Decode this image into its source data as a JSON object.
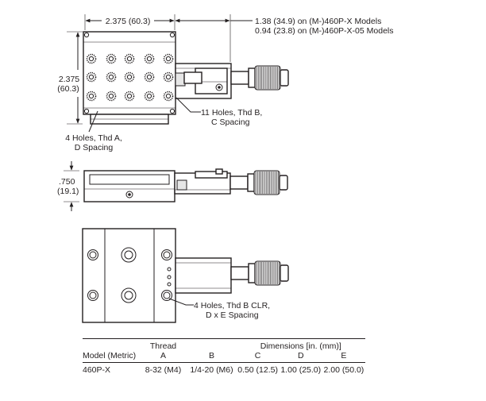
{
  "dimensions": {
    "width_top": "2.375 (60.3)",
    "height_left_value": "2.375",
    "height_left_metric": "(60.3)",
    "extension_line1": "1.38 (34.9) on (M-)460P-X Models",
    "extension_line2": "0.94 (23.8) on (M-)460P-X-05 Models",
    "side_height_value": ".750",
    "side_height_metric": "(19.1)"
  },
  "callouts": {
    "top_holes_line1": "11 Holes, Thd B,",
    "top_holes_line2": "C Spacing",
    "corner_holes_line1": "4 Holes, Thd A,",
    "corner_holes_line2": "D Spacing",
    "bottom_holes_line1": "4 Holes, Thd B CLR,",
    "bottom_holes_line2": "D x E Spacing"
  },
  "table": {
    "group_thread": "Thread",
    "group_dimensions": "Dimensions [in. (mm)]",
    "headers": [
      "Model (Metric)",
      "A",
      "B",
      "C",
      "D",
      "E"
    ],
    "rows": [
      [
        "460P-X",
        "8-32 (M4)",
        "1/4-20 (M6)",
        "0.50 (12.5)",
        "1.00 (25.0)",
        "2.00 (50.0)"
      ]
    ]
  }
}
